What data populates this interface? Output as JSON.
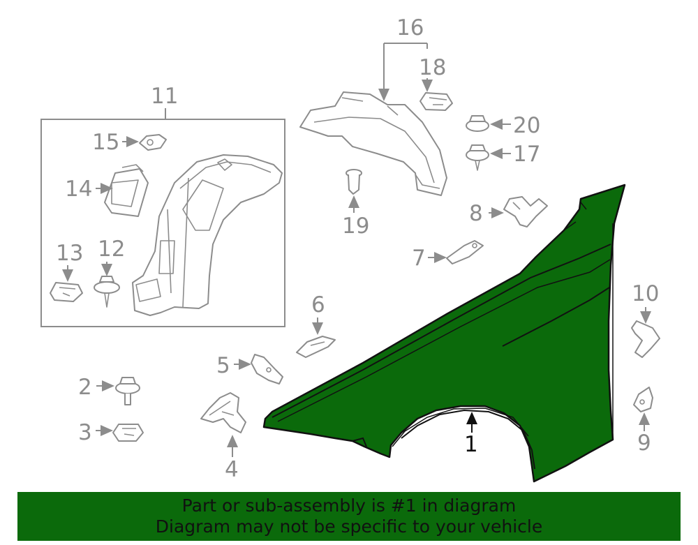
{
  "callouts": {
    "c1": "1",
    "c2": "2",
    "c3": "3",
    "c4": "4",
    "c5": "5",
    "c6": "6",
    "c7": "7",
    "c8": "8",
    "c9": "9",
    "c10": "10",
    "c11": "11",
    "c12": "12",
    "c13": "13",
    "c14": "14",
    "c15": "15",
    "c16": "16",
    "c17": "17",
    "c18": "18",
    "c19": "19",
    "c20": "20"
  },
  "highlight_part": "1",
  "colors": {
    "highlight": "#0b6a0b",
    "lines": "#8c8c8c",
    "banner": "#0b6a0b"
  },
  "banner": {
    "line1": "Part or sub-assembly is #1 in diagram",
    "line2": "Diagram may not be specific to your vehicle"
  }
}
